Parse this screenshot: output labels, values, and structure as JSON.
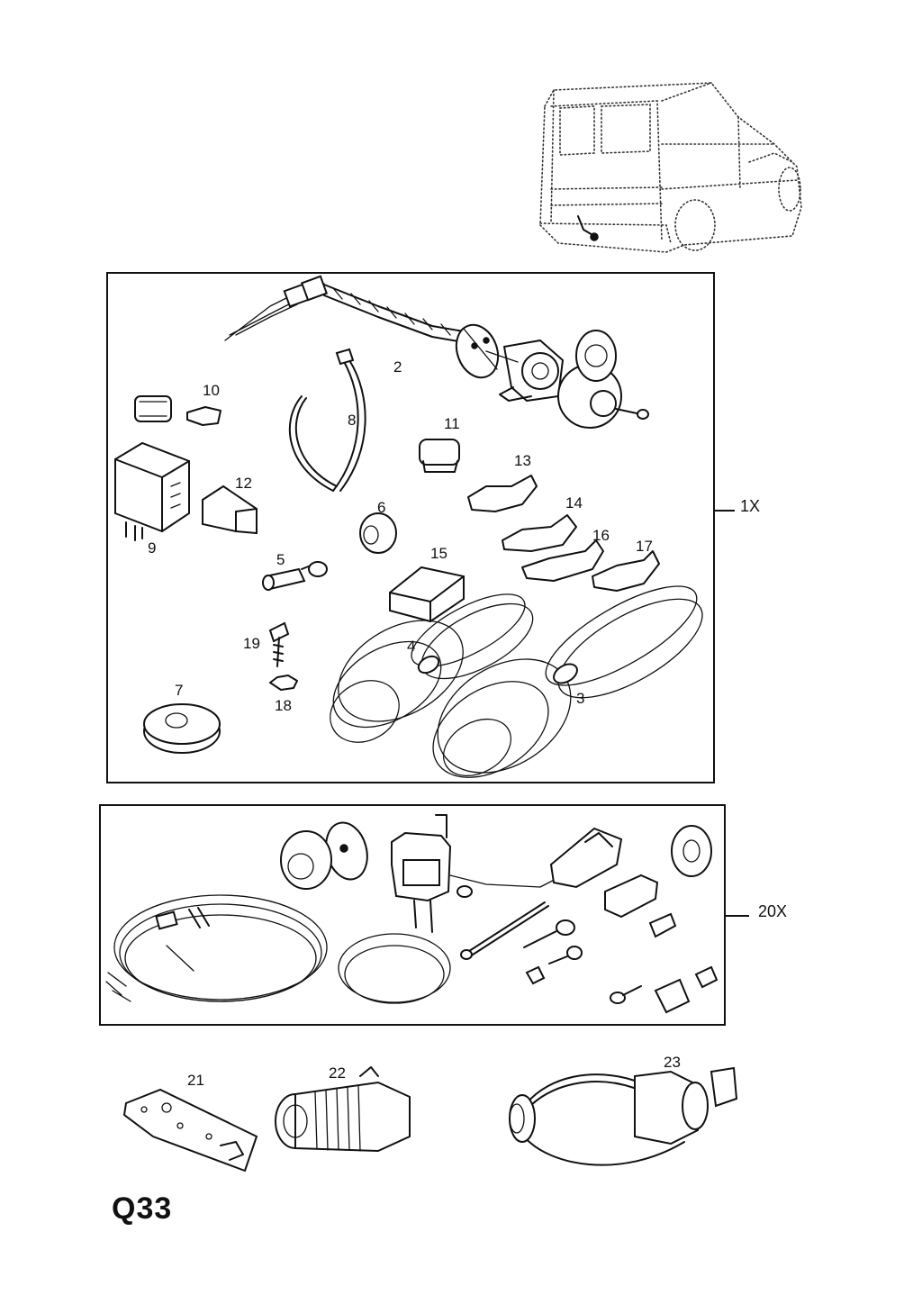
{
  "diagram": {
    "code": "Q33",
    "kits": [
      {
        "id": "kit-1x",
        "label": "1X"
      },
      {
        "id": "kit-20x",
        "label": "20X"
      }
    ],
    "parts": {
      "p2": "2",
      "p3": "3",
      "p4": "4",
      "p5": "5",
      "p6": "6",
      "p7": "7",
      "p8": "8",
      "p9": "9",
      "p10": "10",
      "p11": "11",
      "p12": "12",
      "p13": "13",
      "p14": "14",
      "p15": "15",
      "p16": "16",
      "p17": "17",
      "p18": "18",
      "p19": "19",
      "p21": "21",
      "p22": "22",
      "p23": "23"
    }
  }
}
